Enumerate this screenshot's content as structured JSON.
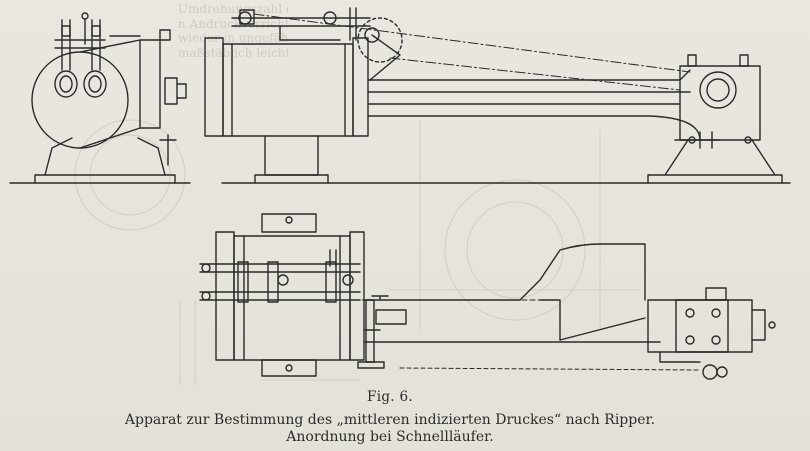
{
  "figure": {
    "label": "Fig. 6.",
    "caption_line1": "Apparat zur Bestimmung des „mittleren indizierten Druckes“ nach Ripper.",
    "caption_line2": "Anordnung bei Schnellläufer."
  },
  "bleed_through_text": "Umdrehungszahl des Schau-\nn Andruckvorrichtungen sind\nwieder in ungefähren\nmaßstäblich leicht vom Gestänge",
  "colors": {
    "paper": "#e6e4dc",
    "ink": "#2a2a2a",
    "bleed": "#b9b5ab"
  }
}
